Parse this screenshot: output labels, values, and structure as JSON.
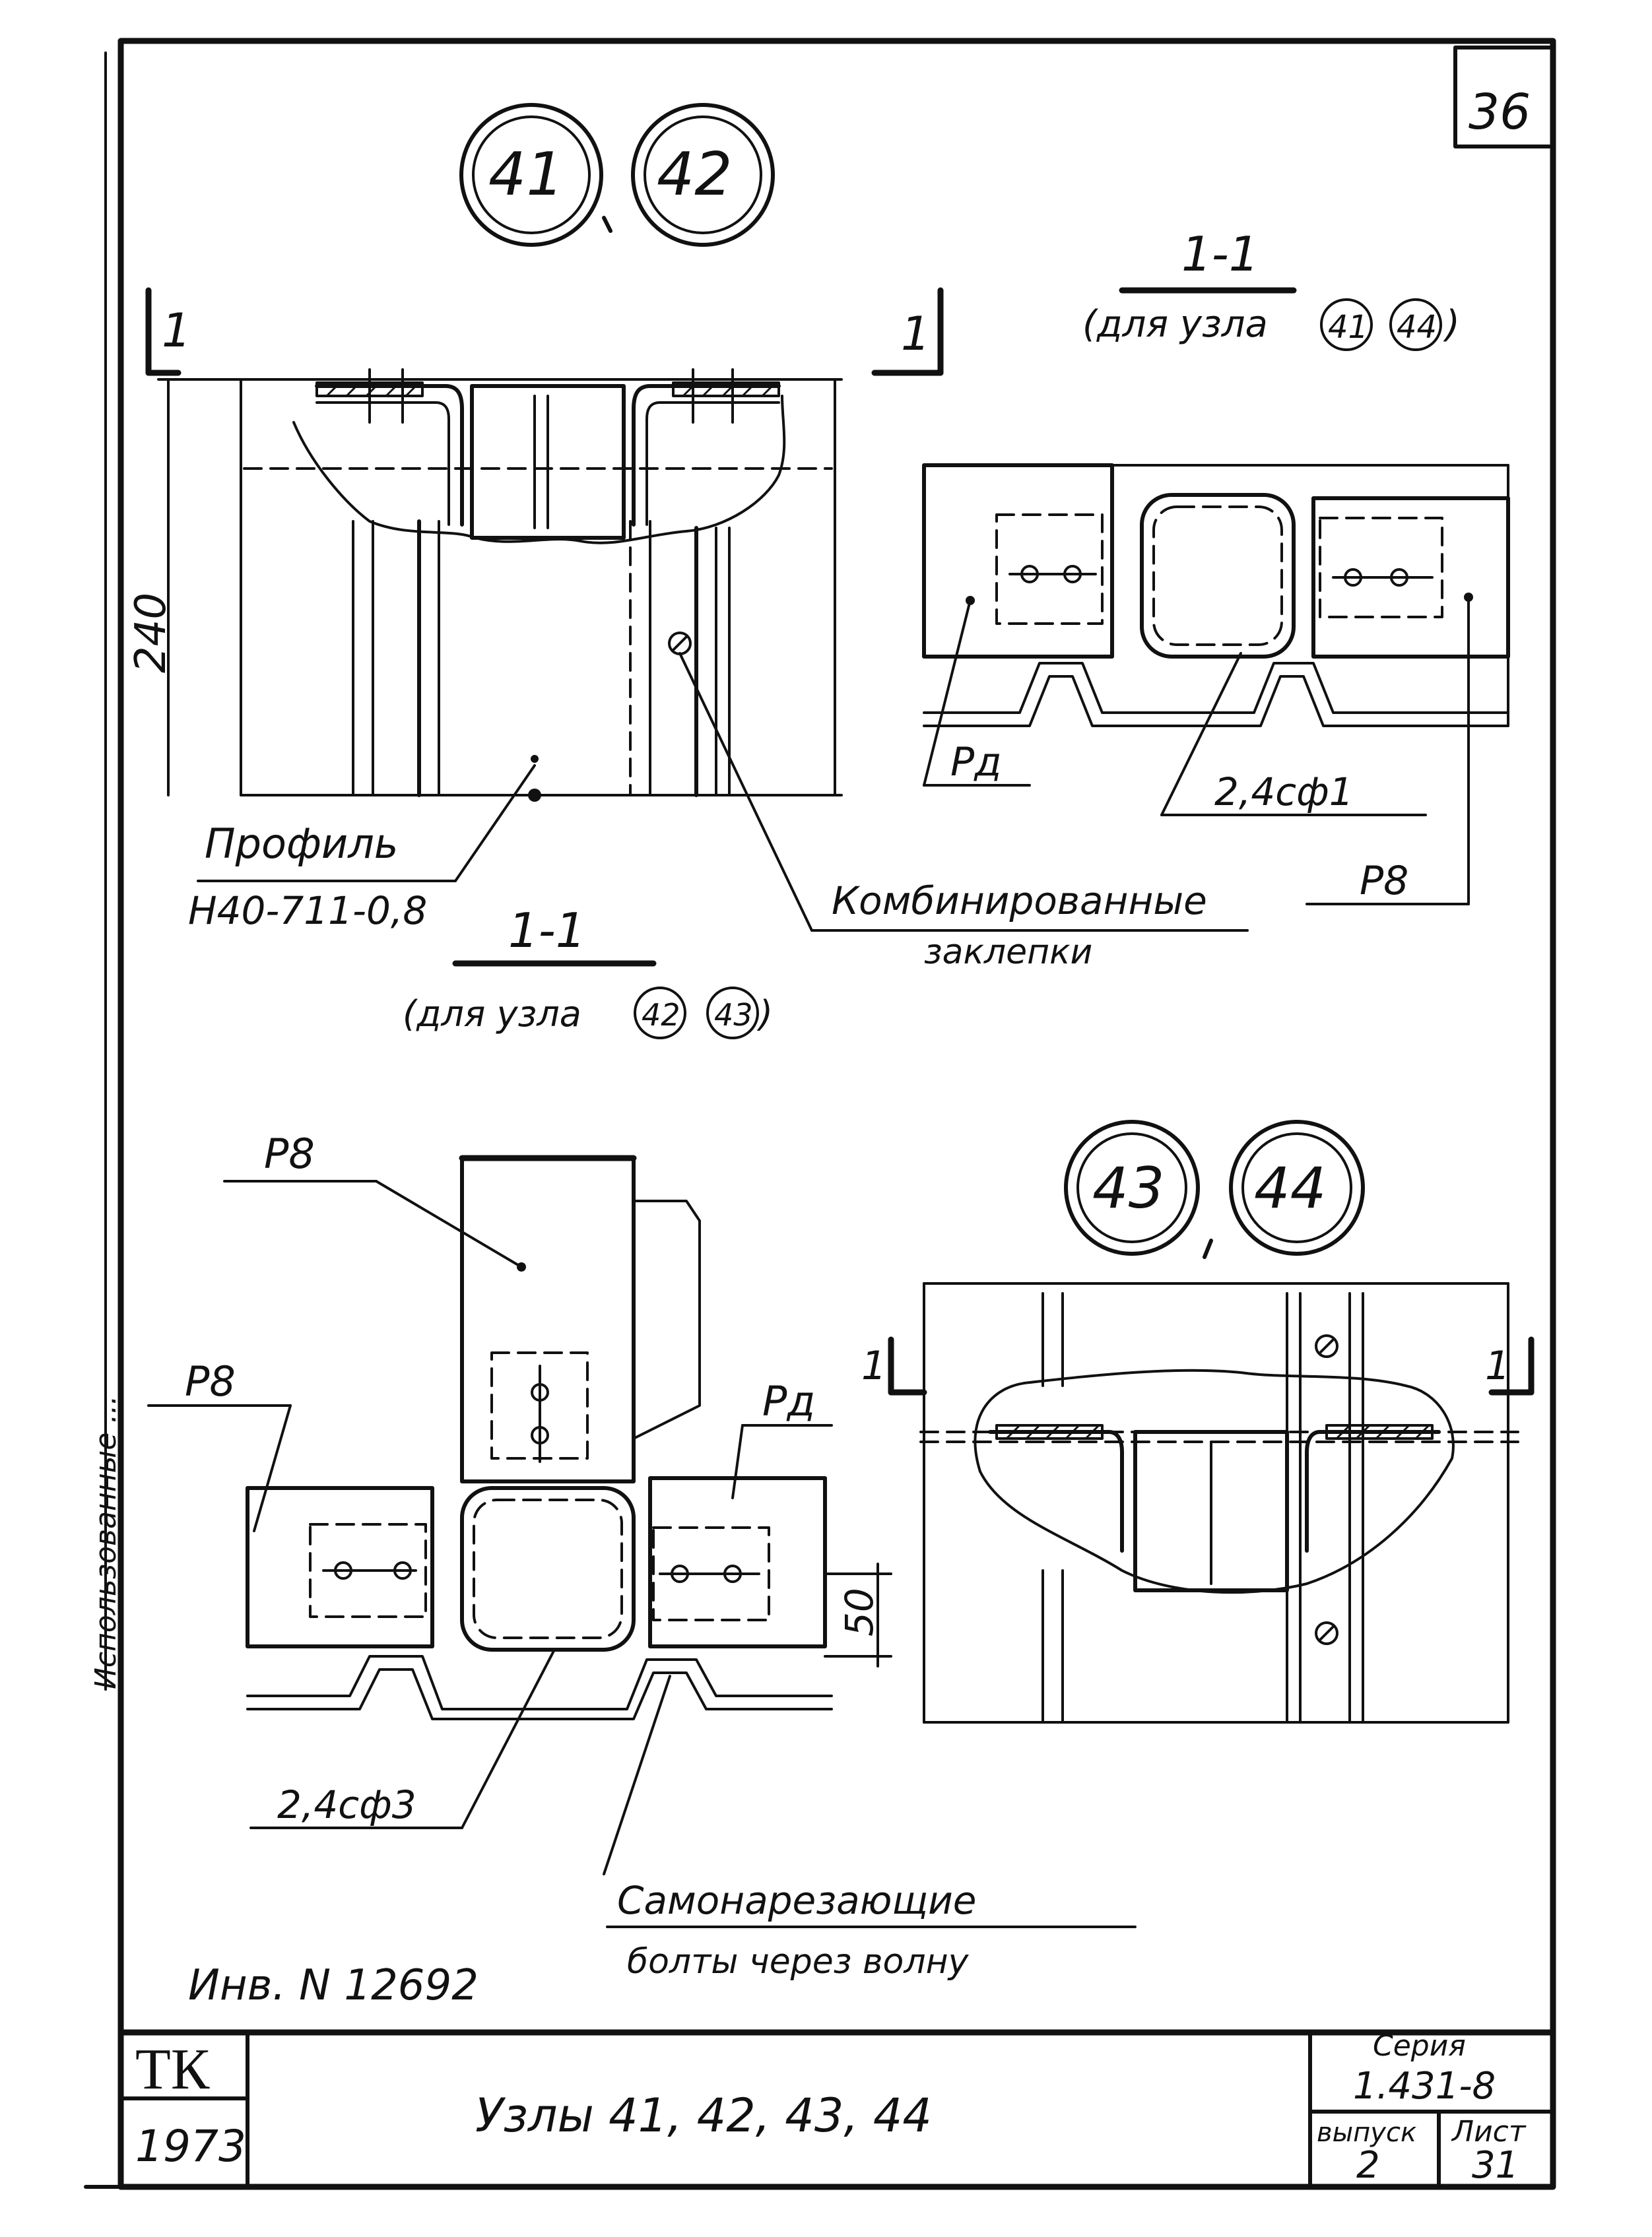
{
  "sheet_corner_number": "36",
  "node_markers_top": [
    "41",
    "42"
  ],
  "node_markers_bottom": [
    "43",
    "44"
  ],
  "section_mark": "1",
  "section_a": {
    "title": "1-1",
    "subtitle_prefix": "(для узла",
    "nodes": [
      "41",
      "44"
    ],
    "subtitle_suffix": ")",
    "labels": {
      "pd": "Рд",
      "p8": "Р8",
      "weld": "2,4сф1"
    }
  },
  "section_b": {
    "title": "1-1",
    "subtitle_prefix": "(для узла",
    "nodes": [
      "42",
      "43"
    ],
    "subtitle_suffix": ")",
    "labels": {
      "p8_top": "Р8",
      "p8_left": "Р8",
      "pd": "Рд",
      "weld": "2,4сф3",
      "dim_50": "50"
    }
  },
  "plan_view": {
    "dim_240": "240",
    "profile_label": "Профиль",
    "profile_code": "Н40-711-0,8",
    "rivets_line1": "Комбинированные",
    "rivets_line2": "заклепки"
  },
  "bolts_note": {
    "line1": "Самонарезающие",
    "line2": "болты через волну"
  },
  "side_stamp": "Использованные ...",
  "inventory": "Инв. N 12692",
  "title_block": {
    "org": "ТК",
    "year": "1973",
    "title": "Узлы 41, 42, 43, 44",
    "series_label": "Серия",
    "series_value": "1.431-8",
    "issue_label": "выпуск",
    "issue_value": "2",
    "sheet_label": "Лист",
    "sheet_value": "31"
  }
}
